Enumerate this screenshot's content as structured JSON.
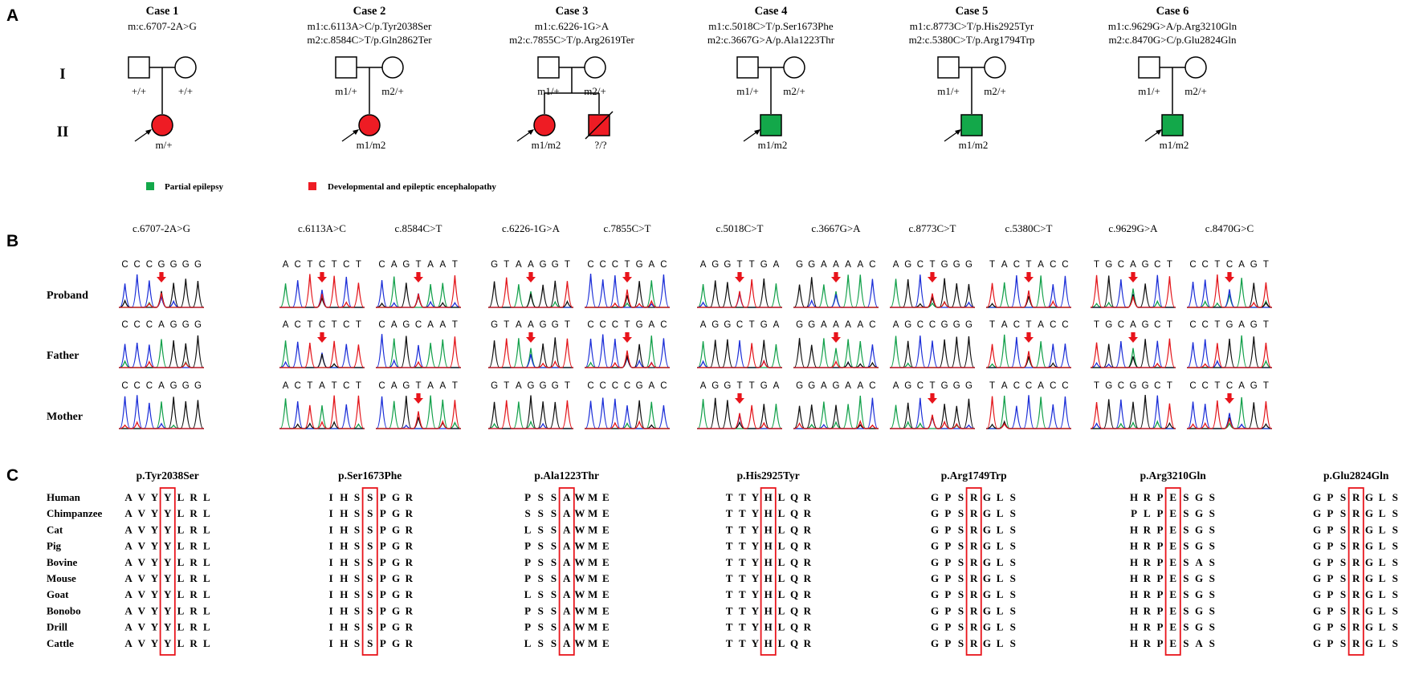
{
  "panels": {
    "a": "A",
    "b": "B",
    "c": "C"
  },
  "generations": [
    "I",
    "II"
  ],
  "cases": [
    {
      "title": "Case 1",
      "mutations": [
        "m:c.6707-2A>G"
      ],
      "father_genotype": "+/+",
      "mother_genotype": "+/+",
      "children": [
        {
          "sex": "female",
          "genotype": "m/+",
          "phenotype": "DEE",
          "proband": true,
          "deceased": false
        }
      ]
    },
    {
      "title": "Case 2",
      "mutations": [
        "m1:c.6113A>C/p.Tyr2038Ser",
        "m2:c.8584C>T/p.Gln2862Ter"
      ],
      "father_genotype": "m1/+",
      "mother_genotype": "m2/+",
      "children": [
        {
          "sex": "female",
          "genotype": "m1/m2",
          "phenotype": "DEE",
          "proband": true,
          "deceased": false
        }
      ]
    },
    {
      "title": "Case 3",
      "mutations": [
        "m1:c.6226-1G>A",
        "m2:c.7855C>T/p.Arg2619Ter"
      ],
      "father_genotype": "m1/+",
      "mother_genotype": "m2/+",
      "children": [
        {
          "sex": "female",
          "genotype": "m1/m2",
          "phenotype": "DEE",
          "proband": true,
          "deceased": false
        },
        {
          "sex": "male",
          "genotype": "?/?",
          "phenotype": "DEE",
          "proband": false,
          "deceased": true
        }
      ]
    },
    {
      "title": "Case 4",
      "mutations": [
        "m1:c.5018C>T/p.Ser1673Phe",
        "m2:c.3667G>A/p.Ala1223Thr"
      ],
      "father_genotype": "m1/+",
      "mother_genotype": "m2/+",
      "children": [
        {
          "sex": "male",
          "genotype": "m1/m2",
          "phenotype": "PE",
          "proband": true,
          "deceased": false
        }
      ]
    },
    {
      "title": "Case 5",
      "mutations": [
        "m1:c.8773C>T/p.His2925Tyr",
        "m2:c.5380C>T/p.Arg1794Trp"
      ],
      "father_genotype": "m1/+",
      "mother_genotype": "m2/+",
      "children": [
        {
          "sex": "male",
          "genotype": "m1/m2",
          "phenotype": "PE",
          "proband": true,
          "deceased": false
        }
      ]
    },
    {
      "title": "Case 6",
      "mutations": [
        "m1:c.9629G>A/p.Arg3210Gln",
        "m2:c.8470G>C/p.Glu2824Gln"
      ],
      "father_genotype": "m1/+",
      "mother_genotype": "m2/+",
      "children": [
        {
          "sex": "male",
          "genotype": "m1/m2",
          "phenotype": "PE",
          "proband": true,
          "deceased": false
        }
      ]
    }
  ],
  "legend": [
    {
      "label": "Partial epilepsy",
      "color": "#13a84a"
    },
    {
      "label": "Developmental and epileptic encephalopathy",
      "color": "#ee1c24"
    }
  ],
  "sanger_rows": [
    "Proband",
    "Father",
    "Mother"
  ],
  "sanger": [
    {
      "variant": "c.6707-2A>G",
      "seqs": [
        "CCCGGGG",
        "CCCAGGG",
        "CCCAGGG"
      ],
      "arrows": [
        true,
        false,
        false
      ]
    },
    {
      "variant": "c.6113A>C",
      "seqs": [
        "ACTCTCT",
        "ACTCTCT",
        "ACTATCT"
      ],
      "arrows": [
        true,
        true,
        false
      ]
    },
    {
      "variant": "c.8584C>T",
      "seqs": [
        "CAGTAAT",
        "CAGCAAT",
        "CAGTAAT"
      ],
      "arrows": [
        true,
        false,
        true
      ]
    },
    {
      "variant": "c.6226-1G>A",
      "seqs": [
        "GTAAGGT",
        "GTAAGGT",
        "GTAGGGT"
      ],
      "arrows": [
        true,
        true,
        false
      ]
    },
    {
      "variant": "c.7855C>T",
      "seqs": [
        "CCCTGAC",
        "CCCTGAC",
        "CCCCGAC"
      ],
      "arrows": [
        true,
        true,
        false
      ]
    },
    {
      "variant": "c.5018C>T",
      "seqs": [
        "AGGTTGA",
        "AGGCTGA",
        "AGGTTGA"
      ],
      "arrows": [
        true,
        false,
        true
      ]
    },
    {
      "variant": "c.3667G>A",
      "seqs": [
        "GGAAAAC",
        "GGAAAAC",
        "GGAGAAC"
      ],
      "arrows": [
        true,
        true,
        false
      ]
    },
    {
      "variant": "c.8773C>T",
      "seqs": [
        "AGCTGGG",
        "AGCCGGG",
        "AGCTGGG"
      ],
      "arrows": [
        true,
        false,
        true
      ]
    },
    {
      "variant": "c.5380C>T",
      "seqs": [
        "TACTACC",
        "TACTACC",
        "TACCACC"
      ],
      "arrows": [
        true,
        true,
        false
      ]
    },
    {
      "variant": "c.9629G>A",
      "seqs": [
        "TGCAGCT",
        "TGCAGCT",
        "TGCGGCT"
      ],
      "arrows": [
        true,
        true,
        false
      ]
    },
    {
      "variant": "c.8470G>C",
      "seqs": [
        "CCTCAGT",
        "CCTGAGT",
        "CCTCAGT"
      ],
      "arrows": [
        true,
        false,
        true
      ]
    }
  ],
  "species": [
    "Human",
    "Chimpanzee",
    "Cat",
    "Pig",
    "Bovine",
    "Mouse",
    "Goat",
    "Bonobo",
    "Drill",
    "Cattle"
  ],
  "conservation": [
    {
      "title": "p.Tyr2038Ser",
      "highlight": 3,
      "rows": [
        "AVYYLRL",
        "AVYYLRL",
        "AVYYLRL",
        "AVYYLRL",
        "AVYYLRL",
        "AVYYLRL",
        "AVYYLRL",
        "AVYYLRL",
        "AVYYLRL",
        "AVYYLRL"
      ]
    },
    {
      "title": "p.Ser1673Phe",
      "highlight": 3,
      "rows": [
        "IHSSPGR",
        "IHSSPGR",
        "IHSSPGR",
        "IHSSPGR",
        "IHSSPGR",
        "IHSSPGR",
        "IHSSPGR",
        "IHSSPGR",
        "IHSSPGR",
        "IHSSPGR"
      ]
    },
    {
      "title": "p.Ala1223Thr",
      "highlight": 3,
      "rows": [
        "PSSAWME",
        "SSSAWME",
        "LSSAWME",
        "PSSAWME",
        "PSSAWME",
        "PSSAWME",
        "LSSAWME",
        "PSSAWME",
        "PSSAWME",
        "LSSAWME"
      ]
    },
    {
      "title": "p.His2925Tyr",
      "highlight": 3,
      "rows": [
        "TTYHLQR",
        "TTYHLQR",
        "TTYHLQR",
        "TTYHLQR",
        "TTYHLQR",
        "TTYHLQR",
        "TTYHLQR",
        "TTYHLQR",
        "TTYHLQR",
        "TTYHLQR"
      ]
    },
    {
      "title": "p.Arg1749Trp",
      "highlight": 3,
      "rows": [
        "GPSRGLS",
        "GPSRGLS",
        "GPSRGLS",
        "GPSRGLS",
        "GPSRGLS",
        "GPSRGLS",
        "GPSRGLS",
        "GPSRGLS",
        "GPSRGLS",
        "GPSRGLS"
      ]
    },
    {
      "title": "p.Arg3210Gln",
      "highlight": 3,
      "rows": [
        "HRPESGS",
        "PLPESGS",
        "HRPESGS",
        "HRPESGS",
        "HRPESAS",
        "HRPESGS",
        "HRPESGS",
        "HRPESGS",
        "HRPESGS",
        "HRPESAS"
      ]
    },
    {
      "title": "p.Glu2824Gln",
      "highlight": 3,
      "rows": [
        "GPSRGLS",
        "GPSRGLS",
        "GPSRGLS",
        "GPSRGLS",
        "GPSRGLS",
        "GPSRGLS",
        "GPSRGLS",
        "GPSRGLS",
        "GPSRGLS",
        "GPSRGLS"
      ]
    }
  ],
  "colors": {
    "dee": "#ee1c24",
    "pe": "#13a84a",
    "arrow": "#e8141b",
    "box": "#e8141b",
    "trace_A": "#12a04a",
    "trace_C": "#1c2fd8",
    "trace_G": "#111111",
    "trace_T": "#e3151a"
  }
}
